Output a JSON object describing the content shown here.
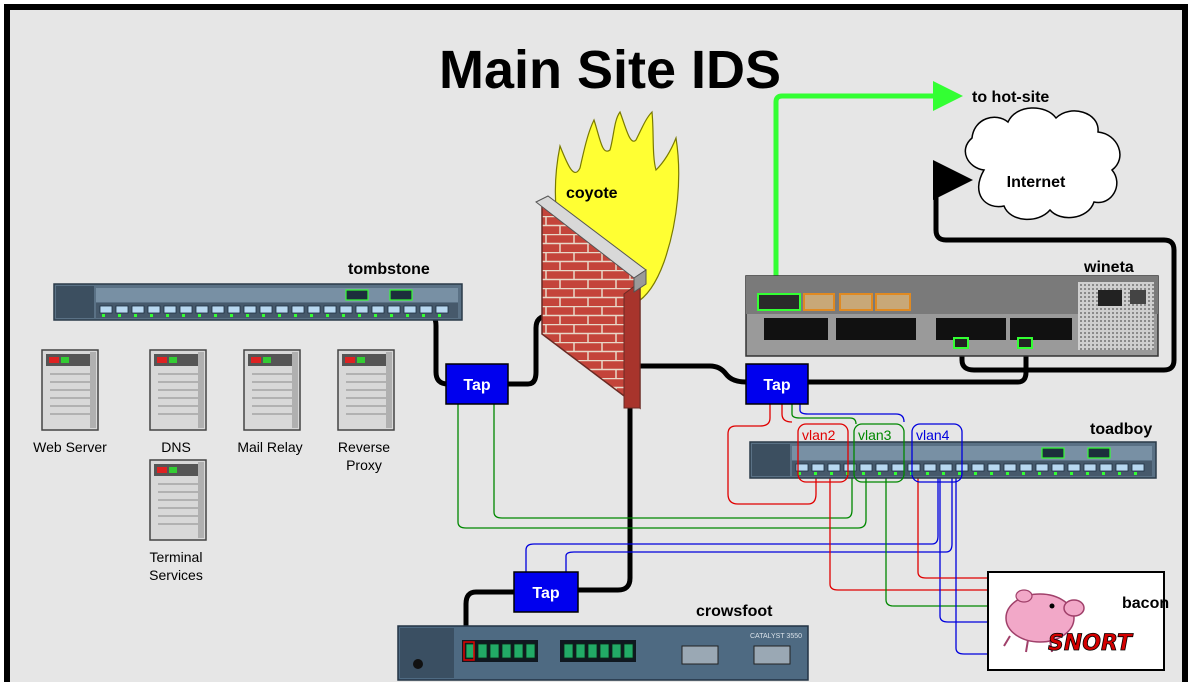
{
  "title": "Main Site IDS",
  "devices": {
    "tombstone": "tombstone",
    "coyote": "coyote",
    "wineta": "wineta",
    "toadboy": "toadboy",
    "crowsfoot": "crowsfoot",
    "bacon": "bacon",
    "internet": "Internet",
    "hot_site": "to hot-site"
  },
  "servers": {
    "web": "Web Server",
    "dns": "DNS",
    "mail": "Mail Relay",
    "reverse_line1": "Reverse",
    "reverse_line2": "Proxy",
    "terminal_line1": "Terminal",
    "terminal_line2": "Services"
  },
  "taps": {
    "label": "Tap"
  },
  "vlans": {
    "v2": "vlan2",
    "v3": "vlan3",
    "v4": "vlan4"
  },
  "snort_logo": "SNORT",
  "crowsfoot_badge": "CATALYST 3550",
  "colors": {
    "background": "#e6e6e6",
    "tap": "#0000ee",
    "green_link": "#33ff33",
    "vlan2": "#e00000",
    "vlan3": "#008800",
    "vlan4": "#0000dd",
    "firewall_brick": "#c4443a",
    "flame": "#ffff33",
    "switch_body": "#556f86"
  }
}
